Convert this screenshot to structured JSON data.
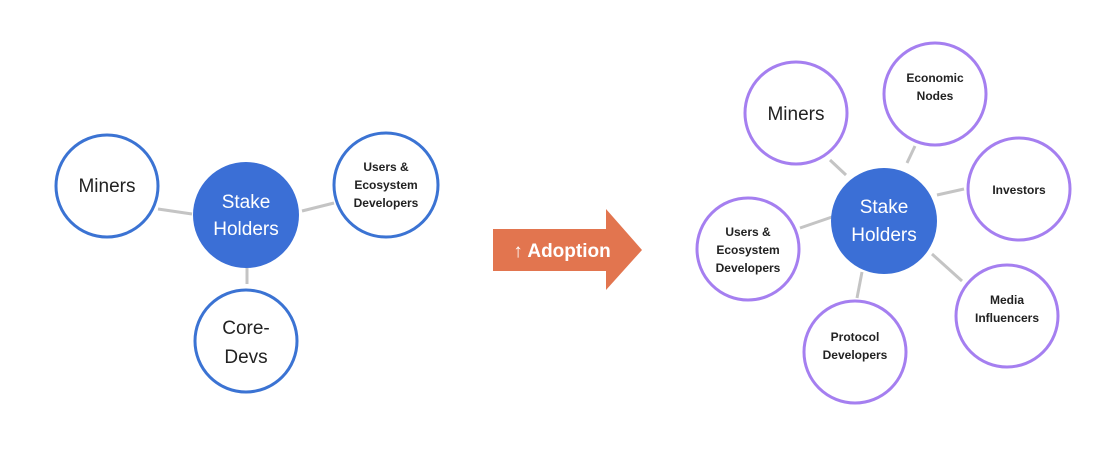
{
  "colors": {
    "left_outline": "#3b73d3",
    "right_outline": "#a57ff0",
    "center_fill": "#3b6fd6",
    "center_text": "#ffffff",
    "node_text": "#222222",
    "connector": "#c4c4c4",
    "arrow_fill": "#e2754f",
    "arrow_text": "#ffffff"
  },
  "left_cluster": {
    "center": {
      "line1": "Stake",
      "line2": "Holders"
    },
    "miners": {
      "line1": "Miners"
    },
    "users": {
      "line1": "Users &",
      "line2": "Ecosystem",
      "line3": "Developers"
    },
    "core_devs": {
      "line1": "Core-",
      "line2": "Devs"
    }
  },
  "arrow": {
    "label": "↑ Adoption"
  },
  "right_cluster": {
    "center": {
      "line1": "Stake",
      "line2": "Holders"
    },
    "miners": {
      "line1": "Miners"
    },
    "economic_nodes": {
      "line1": "Economic",
      "line2": "Nodes"
    },
    "investors": {
      "line1": "Investors"
    },
    "users": {
      "line1": "Users &",
      "line2": "Ecosystem",
      "line3": "Developers"
    },
    "media": {
      "line1": "Media",
      "line2": "Influencers"
    },
    "protocol": {
      "line1": "Protocol",
      "line2": "Developers"
    }
  }
}
